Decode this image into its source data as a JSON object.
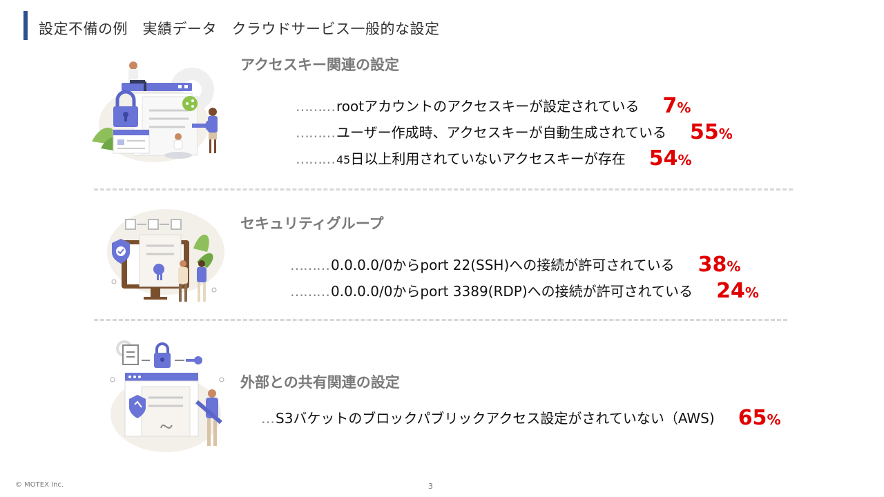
{
  "slide": {
    "title": "設定不備の例　実績データ　クラウドサービス一般的な設定",
    "footer_copyright": "© MOTEX Inc.",
    "page_number": "3"
  },
  "accent_colors": {
    "title_bar": "#2f4f8f",
    "percent": "#e10000",
    "heading": "#7a7a7a"
  },
  "sections": [
    {
      "heading": "アクセスキー関連の設定",
      "illustration_icon": "access-key-illustration",
      "items": [
        {
          "dots": "………",
          "text": "rootアカウントのアクセスキーが設定されている",
          "percent": "7",
          "sign": "%"
        },
        {
          "dots": "………",
          "text": "ユーザー作成時、アクセスキーが自動生成されている",
          "percent": "55",
          "sign": "%"
        },
        {
          "dots": "………",
          "prefix": "45",
          "text": "日以上利用されていないアクセスキーが存在",
          "percent": "54",
          "sign": "%"
        }
      ]
    },
    {
      "heading": "セキュリティグループ",
      "illustration_icon": "security-group-illustration",
      "items": [
        {
          "dots": "………",
          "text": "0.0.0.0/0からport  22(SSH)への接続が許可されている",
          "percent": "38",
          "sign": "%"
        },
        {
          "dots": "………",
          "text": "0.0.0.0/0からport  3389(RDP)への接続が許可されている",
          "percent": "24",
          "sign": "%"
        }
      ]
    },
    {
      "heading": "外部との共有関連の設定",
      "illustration_icon": "sharing-illustration",
      "items": [
        {
          "dots": "…",
          "text": "S3バケットのブロックパブリックアクセス設定がされていない（AWS)",
          "percent": "65",
          "sign": "%"
        }
      ]
    }
  ]
}
